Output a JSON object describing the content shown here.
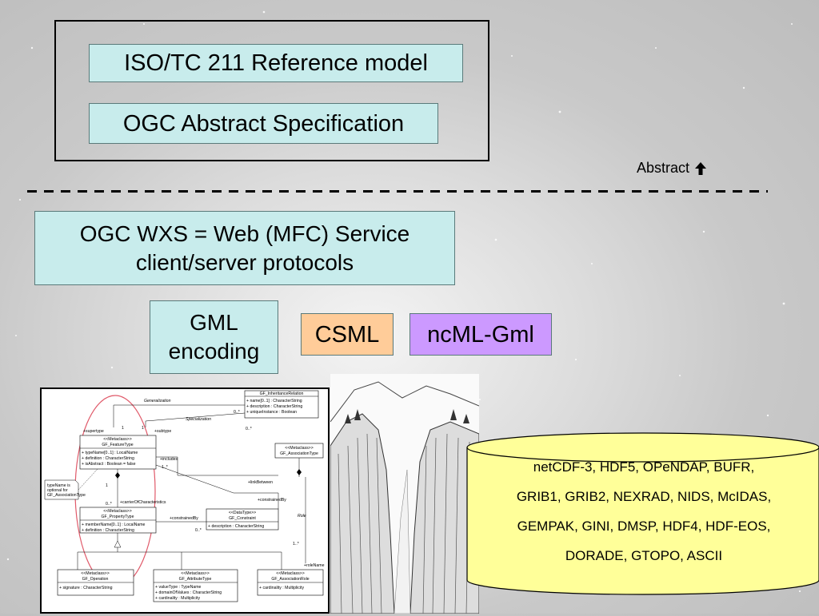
{
  "top_group": {
    "iso_label": "ISO/TC 211 Reference model",
    "ogc_label": "OGC Abstract Specification"
  },
  "abstract_label": "Abstract",
  "arrow_icon": "up-arrow-icon",
  "wxs": {
    "line1": "OGC WXS = Web (MFC) Service",
    "line2": "client/server protocols"
  },
  "encodings": {
    "gml_line1": "GML",
    "gml_line2": "encoding",
    "csml": "CSML",
    "ncml": "ncML-Gml"
  },
  "formats": {
    "line1": "netCDF-3, HDF5, OPeNDAP, BUFR,",
    "line2": "GRIB1, GRIB2, NEXRAD, NIDS, McIDAS,",
    "line3": "GEMPAK, GINI, DMSP, HDF4, HDF-EOS,",
    "line4": "DORADE, GTOPO, ASCII"
  },
  "uml": {
    "generalization": "Generalization",
    "specialization": "Specialization",
    "inheritance_title": "GF_InheritanceRelation",
    "inheritance_attr1": "+ name[0..1] : CharacterString",
    "inheritance_attr2": "+ description : CharacterString",
    "inheritance_attr3": "+ uniqueInstance : Boolean",
    "supertype": "+supertype",
    "subtype": "+subtype",
    "mult_1a": "1",
    "mult_1b": "1",
    "mult_0n_a": "0..*",
    "mult_0n_b": "0..*",
    "feature_stereo": "<<Metaclass>>",
    "feature_title": "GF_FeatureType",
    "feature_attr1": "+ typeName[0..1] : LocalName",
    "feature_attr2": "+ definition : CharacterString",
    "feature_attr3": "+ isAbstract : Boolean = false",
    "includes": "+includes",
    "mult_1n": "1..*",
    "assoc_stereo": "<<Metaclass>>",
    "assoc_title": "GF_AssociationType",
    "link_between": "+linkBetween",
    "note1": "typeName is",
    "note2": "optional for",
    "note3": "GF_AssociationType",
    "mult_1c": "1",
    "carrier": "+carrierOfCharacteristics",
    "constrained_by_a": "+constrainedBy",
    "mult_0n_c": "0..*",
    "prop_stereo": "<<Metaclass>>",
    "prop_title": "GF_PropertyType",
    "prop_attr1": "+ memberName[0..1] : LocalName",
    "prop_attr2": "+ definition : CharacterString",
    "constrained_by_b": "+constrainedBy",
    "constraint_stereo": "<<DataType>>",
    "constraint_title": "GF_Constraint",
    "constraint_attr1": "+ description : CharacterString",
    "mult_0n_d": "0..*",
    "role": "Role",
    "mult_1n_b": "1..*",
    "role_name": "+roleName",
    "op_stereo": "<<Metaclass>>",
    "op_title": "GF_Operation",
    "op_attr1": "+ signature : CharacterString",
    "attr_stereo": "<<Metaclass>>",
    "attr_title": "GF_AttributeType",
    "attr_attr1": "+ valueType : TypeName",
    "attr_attr2": "+ domainOfValues : CharacterString",
    "attr_attr3": "+ cardinality : Multiplicity",
    "ar_stereo": "<<Metaclass>>",
    "ar_title": "GF_AssociationRole",
    "ar_attr1": "+ cardinality : Multiplicity"
  }
}
